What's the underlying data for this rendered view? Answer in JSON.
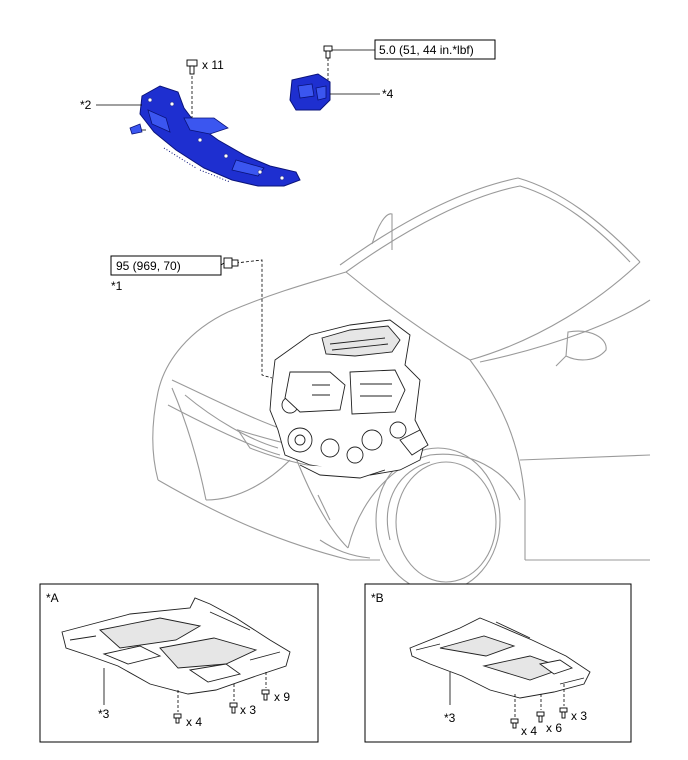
{
  "main": {
    "bolt_count_2": "x 11",
    "torque_4": "5.0 (51, 44 in.*lbf)",
    "torque_1": "95 (969, 70)",
    "callouts": {
      "part_1": "*1",
      "part_2": "*2",
      "part_4": "*4"
    }
  },
  "panel_a": {
    "title": "*A",
    "part_label": "*3",
    "counts": {
      "c1": "x 4",
      "c2": "x 3",
      "c3": "x 9"
    }
  },
  "panel_b": {
    "title": "*B",
    "part_label": "*3",
    "counts": {
      "c1": "x 4",
      "c2": "x 6",
      "c3": "x 3"
    }
  },
  "colors": {
    "highlight_part": "#1e2fd0",
    "outline": "#9a9a9a"
  }
}
